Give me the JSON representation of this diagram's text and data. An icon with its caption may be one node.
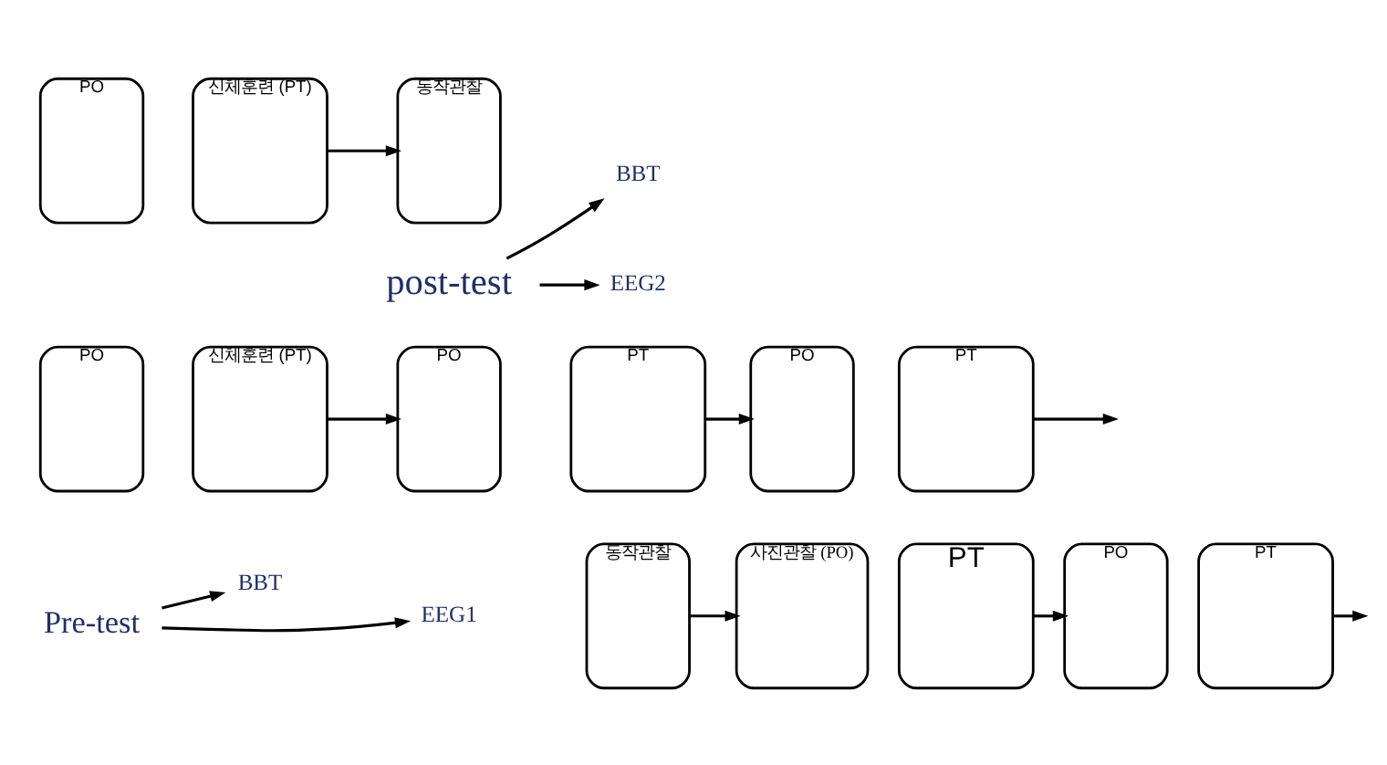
{
  "diagram": {
    "nodes": [
      {
        "text": [
          "BBT"
        ]
      },
      {
        "text": [
          "동작관찰"
        ]
      },
      {
        "text": [
          "사진관찰 (PO)"
        ]
      },
      {
        "text": [
          "PT"
        ]
      },
      {
        "text": [
          "PO"
        ]
      },
      {
        "text": [
          "PT"
        ]
      },
      {
        "text": [
          "EEG1"
        ]
      },
      {
        "text": [
          "Pre-test"
        ]
      },
      {
        "text": [
          "PO"
        ]
      },
      {
        "text": [
          "신체훈련 (PT)"
        ]
      },
      {
        "text": [
          "PO"
        ]
      },
      {
        "text": [
          "PT"
        ]
      },
      {
        "text": [
          "PO"
        ]
      },
      {
        "text": [
          "PT"
        ]
      },
      {
        "text": [
          "PO"
        ]
      },
      {
        "text": [
          "신체훈련 (PT)"
        ]
      },
      {
        "text": [
          "동작관찰"
        ]
      },
      {
        "text": [
          "BBT"
        ]
      },
      {
        "text": [
          "post-test"
        ]
      },
      {
        "text": [
          "EEG2"
        ]
      }
    ],
    "edges": [
      {
        "from": 1,
        "to": 2,
        "arrow": "to"
      },
      {
        "from": 3,
        "to": 4,
        "arrow": "to"
      },
      {
        "from": 5,
        "to": null,
        "arrow": "to"
      },
      {
        "from": 7,
        "to": 0,
        "arrow": "to"
      },
      {
        "from": 7,
        "to": 6,
        "arrow": "to"
      },
      {
        "from": 9,
        "to": 10,
        "arrow": "to"
      },
      {
        "from": 11,
        "to": 12,
        "arrow": "to"
      },
      {
        "from": 13,
        "to": null,
        "arrow": "to"
      },
      {
        "from": 15,
        "to": 16,
        "arrow": "to"
      },
      {
        "from": 18,
        "to": 17,
        "arrow": "to"
      },
      {
        "from": 18,
        "to": 19,
        "arrow": "to"
      }
    ]
  }
}
